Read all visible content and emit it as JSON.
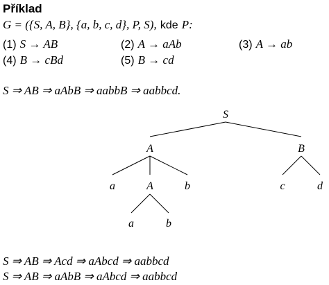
{
  "title": "Příklad",
  "grammar": {
    "definition": "G = ({S, A, B}, {a, b, c, d}, P, S),",
    "kde_word": "kde",
    "p_label": "P:"
  },
  "rules": [
    {
      "number": "(1)",
      "rule": "S → AB"
    },
    {
      "number": "(2)",
      "rule": "A → aAb"
    },
    {
      "number": "(3)",
      "rule": "A → ab"
    },
    {
      "number": "(4)",
      "rule": "B → cBd"
    },
    {
      "number": "(5)",
      "rule": "B → cd"
    }
  ],
  "derivation_main": "S ⇒ AB ⇒ aAbB ⇒ aabbB ⇒ aabbcd.",
  "tree": {
    "root": "S",
    "left": "A",
    "right": "B",
    "left_children": [
      "a",
      "A",
      "b"
    ],
    "right_children": [
      "c",
      "d"
    ],
    "inner_children": [
      "a",
      "b"
    ]
  },
  "derivations_bottom": [
    "S  ⇒ AB ⇒ Acd ⇒ aAbcd ⇒ aabbcd",
    "S  ⇒ AB ⇒ aAbB ⇒ aAbcd ⇒ aabbcd"
  ]
}
